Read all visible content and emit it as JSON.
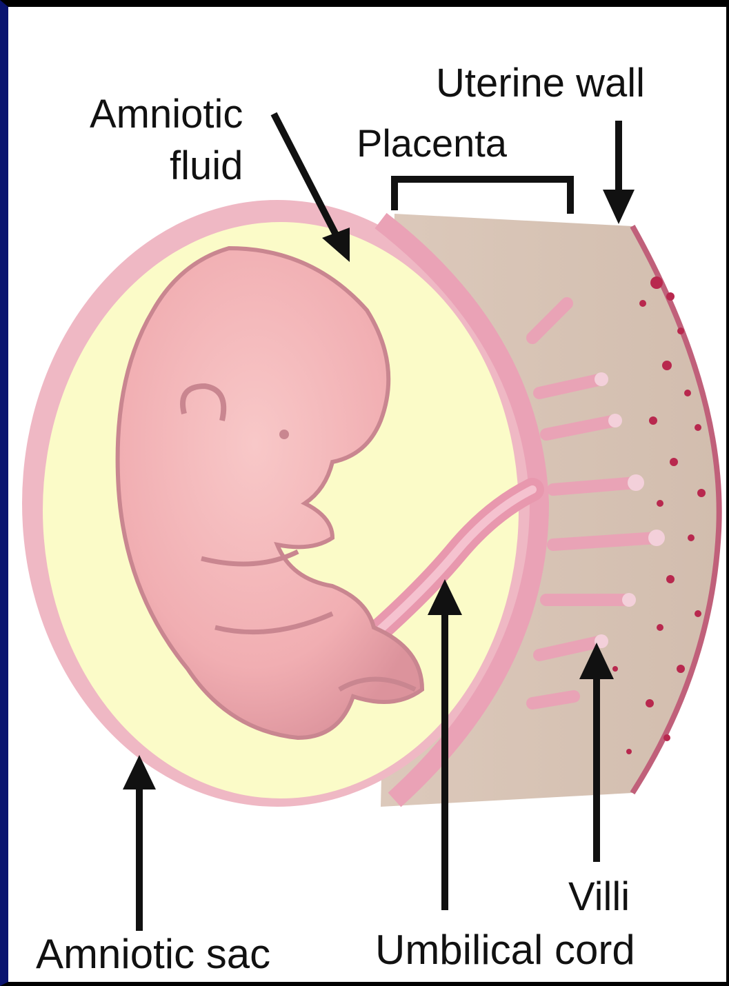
{
  "labels": {
    "uterine_wall": "Uterine wall",
    "amniotic_fluid_line1": "Amniotic",
    "amniotic_fluid_line2": "fluid",
    "placenta": "Placenta",
    "villi": "Villi",
    "amniotic_sac": "Amniotic sac",
    "umbilical_cord": "Umbilical cord"
  },
  "colors": {
    "fluid": "#fbfbc8",
    "sac_membrane": "#efb8c4",
    "embryo": "#f3b4b4",
    "embryo_shade": "#c98690",
    "placenta_tissue": "#d6c2b4",
    "uterine_blood": "#b8284e",
    "frame_border": "#0a1470"
  }
}
